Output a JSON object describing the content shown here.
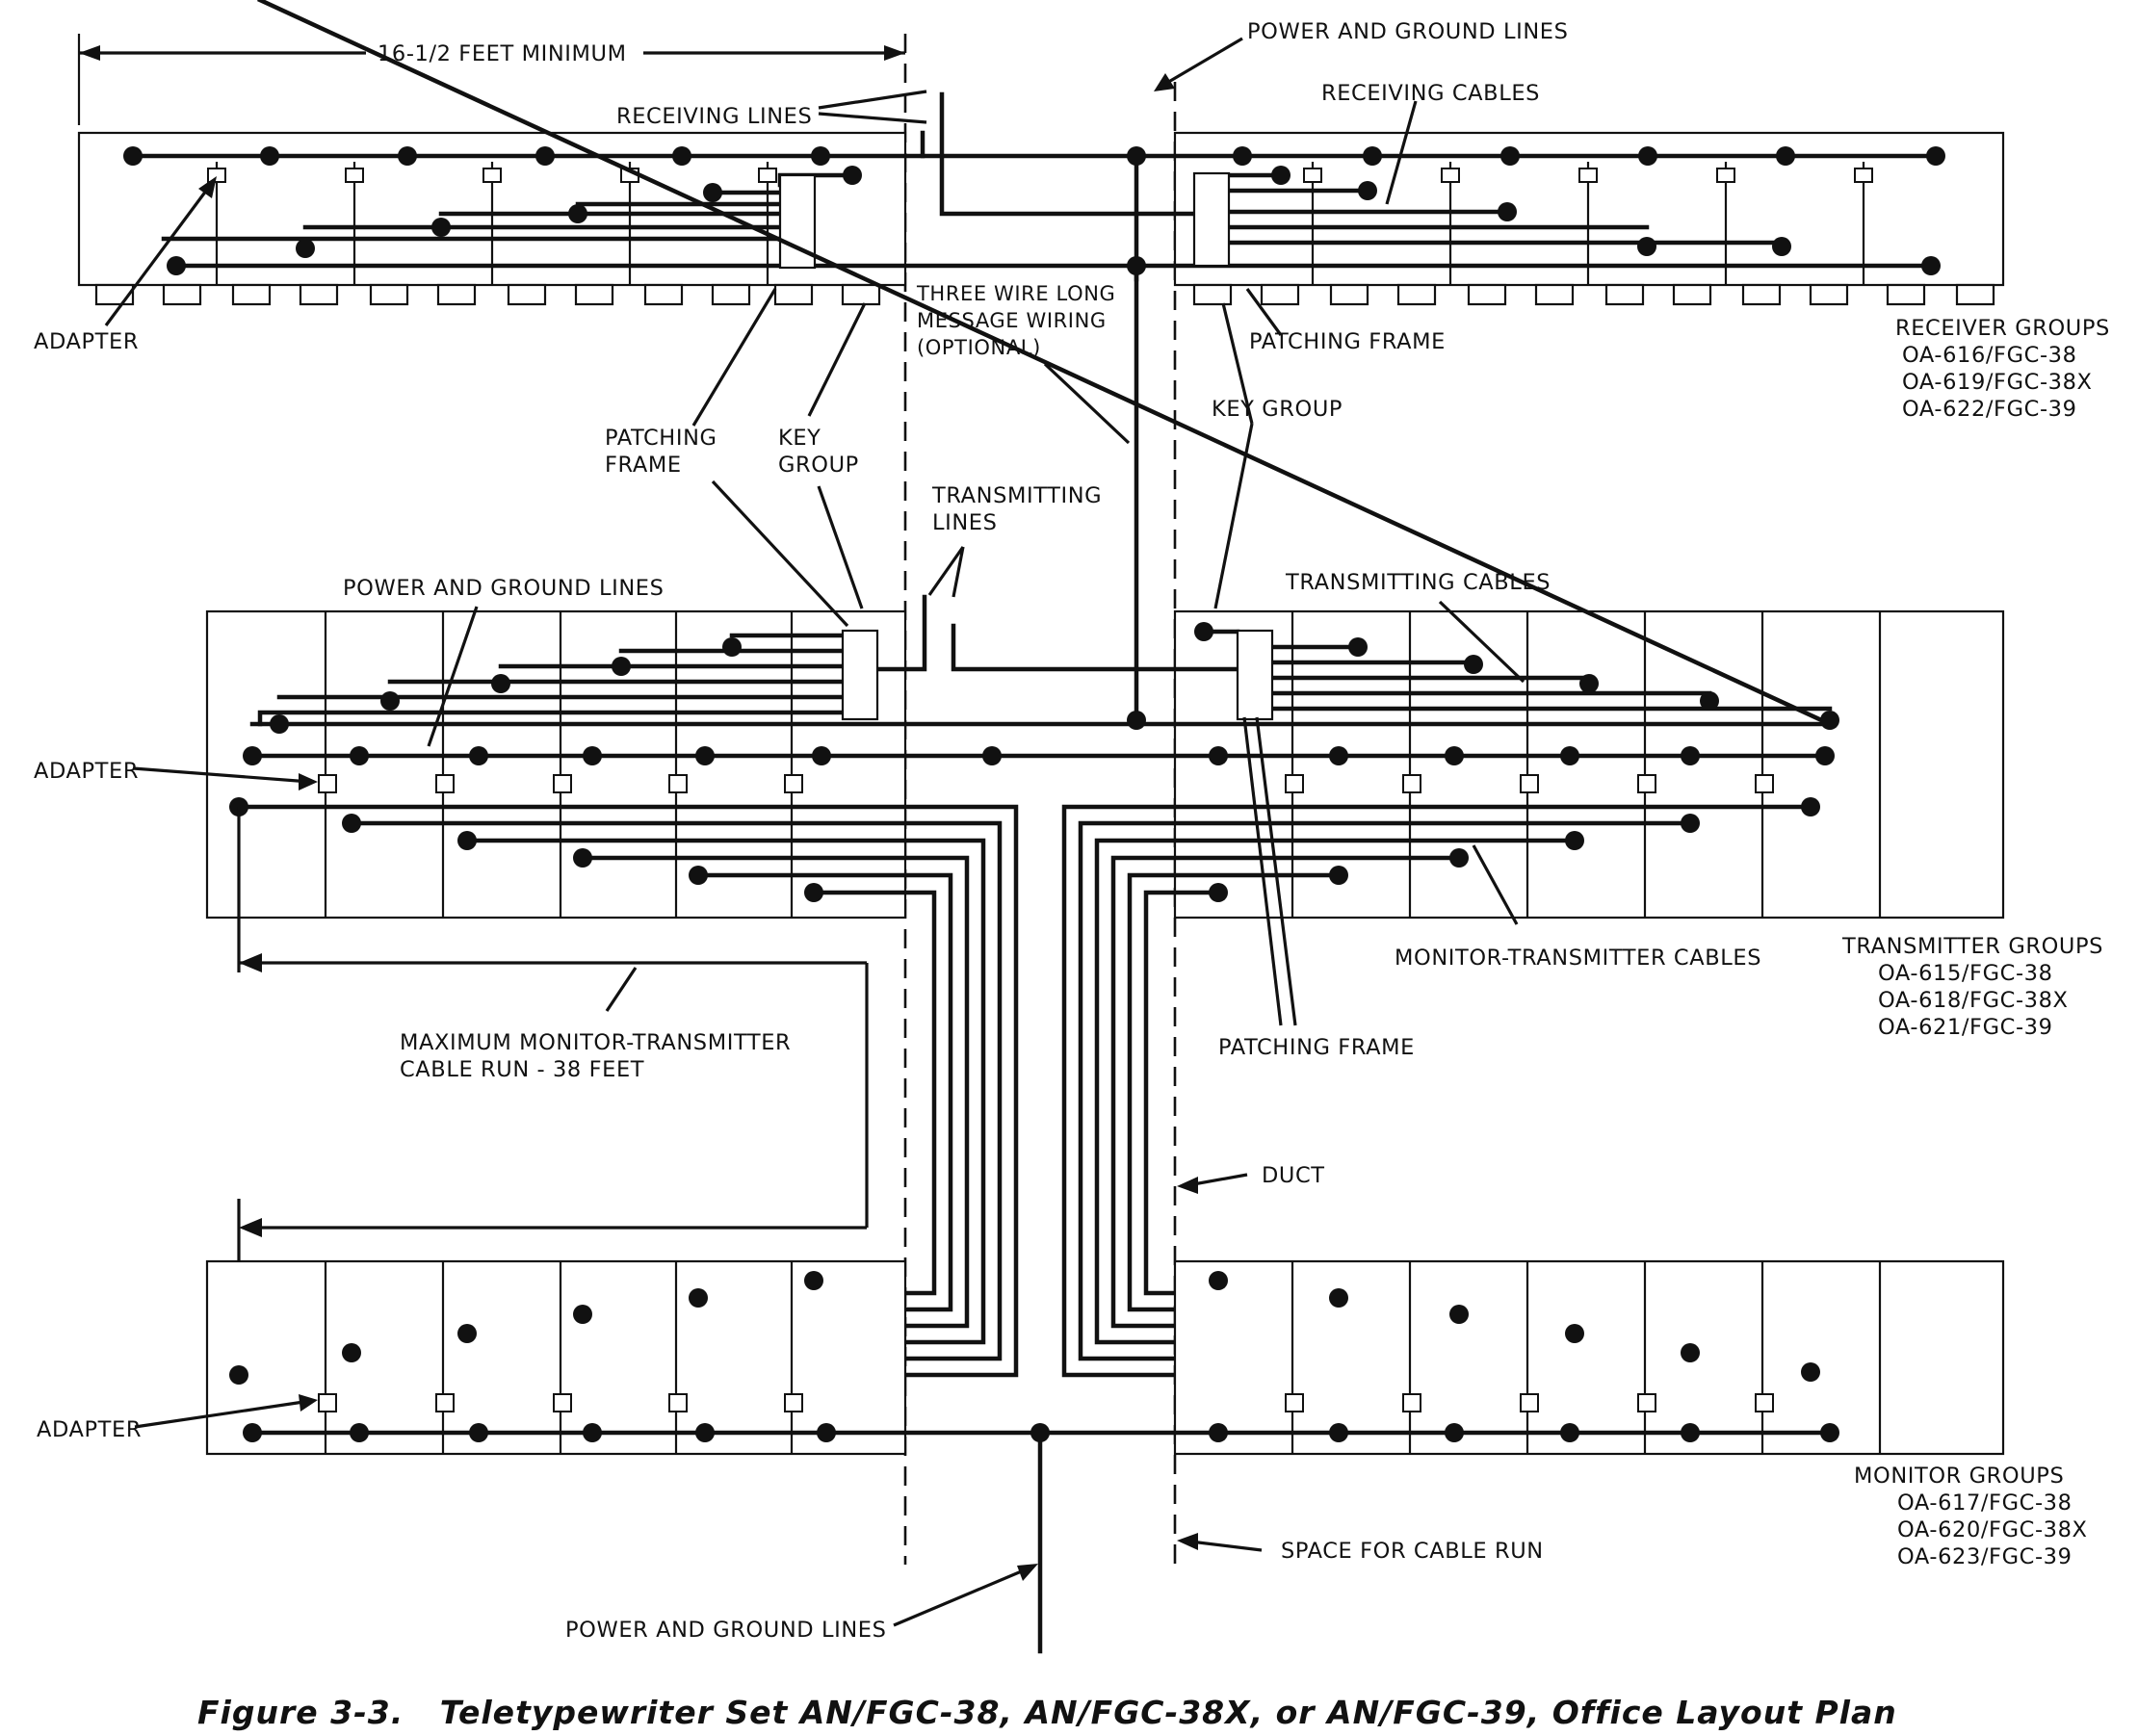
{
  "labels": {
    "min_width": "16-1/2 FEET MINIMUM",
    "power_ground_top": "POWER AND GROUND LINES",
    "receiving_lines": "RECEIVING LINES",
    "receiving_cables": "RECEIVING CABLES",
    "adapter": "ADAPTER",
    "three_wire_1": "THREE WIRE LONG",
    "three_wire_2": "MESSAGE WIRING",
    "three_wire_3": "(OPTIONAL)",
    "patching_frame": "PATCHING FRAME",
    "patching_1": "PATCHING",
    "patching_2": "FRAME",
    "key_group": "KEY GROUP",
    "key_1": "KEY",
    "key_2": "GROUP",
    "transmitting_1": "TRANSMITTING",
    "transmitting_2": "LINES",
    "transmitting_cables": "TRANSMITTING CABLES",
    "power_ground_mid": "POWER AND GROUND LINES",
    "monitor_transmitter_cables": "MONITOR-TRANSMITTER CABLES",
    "max_run_1": "MAXIMUM MONITOR-TRANSMITTER",
    "max_run_2": "CABLE RUN - 38 FEET",
    "duct": "DUCT",
    "space_for_cable_run": "SPACE FOR CABLE RUN",
    "power_ground_bottom": "POWER AND GROUND LINES"
  },
  "receiver_groups": {
    "title": "RECEIVER GROUPS",
    "models": [
      "OA-616/FGC-38",
      "OA-619/FGC-38X",
      "OA-622/FGC-39"
    ]
  },
  "transmitter_groups": {
    "title": "TRANSMITTER GROUPS",
    "models": [
      "OA-615/FGC-38",
      "OA-618/FGC-38X",
      "OA-621/FGC-39"
    ]
  },
  "monitor_groups": {
    "title": "MONITOR GROUPS",
    "models": [
      "OA-617/FGC-38",
      "OA-620/FGC-38X",
      "OA-623/FGC-39"
    ]
  },
  "caption": "Figure 3-3.   Teletypewriter Set AN/FGC-38, AN/FGC-38X, or AN/FGC-39, Office Layout Plan"
}
